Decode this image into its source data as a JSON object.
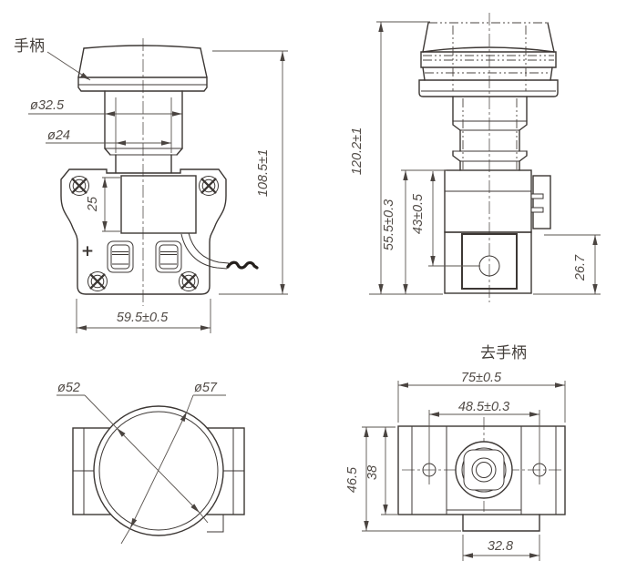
{
  "drawing_labels": {
    "handle": "手柄",
    "handle_removed": "去手柄",
    "polarity": "+"
  },
  "front_view": {
    "cap_diameter": "ø32.5",
    "stem_diameter": "ø24",
    "slot_height": "25",
    "base_width": "59.5±0.5",
    "total_height": "108.5±1"
  },
  "side_view": {
    "total_height": "120.2±1",
    "body_height": "55.5±0.3",
    "hole_center_height": "43±0.5",
    "lower_section_height": "26.7"
  },
  "top_view": {
    "inner_diameter": "ø52",
    "outer_diameter": "ø57"
  },
  "bottom_view": {
    "overall_width": "75±0.5",
    "hole_spacing": "48.5±0.3",
    "overall_depth": "46.5",
    "body_depth": "38",
    "tab_width": "32.8"
  },
  "colors": {
    "object_line": "#3c3734",
    "dimension_line": "#5a544f",
    "text": "#514b46",
    "background": "#ffffff",
    "wire_end": "#241f1c"
  }
}
